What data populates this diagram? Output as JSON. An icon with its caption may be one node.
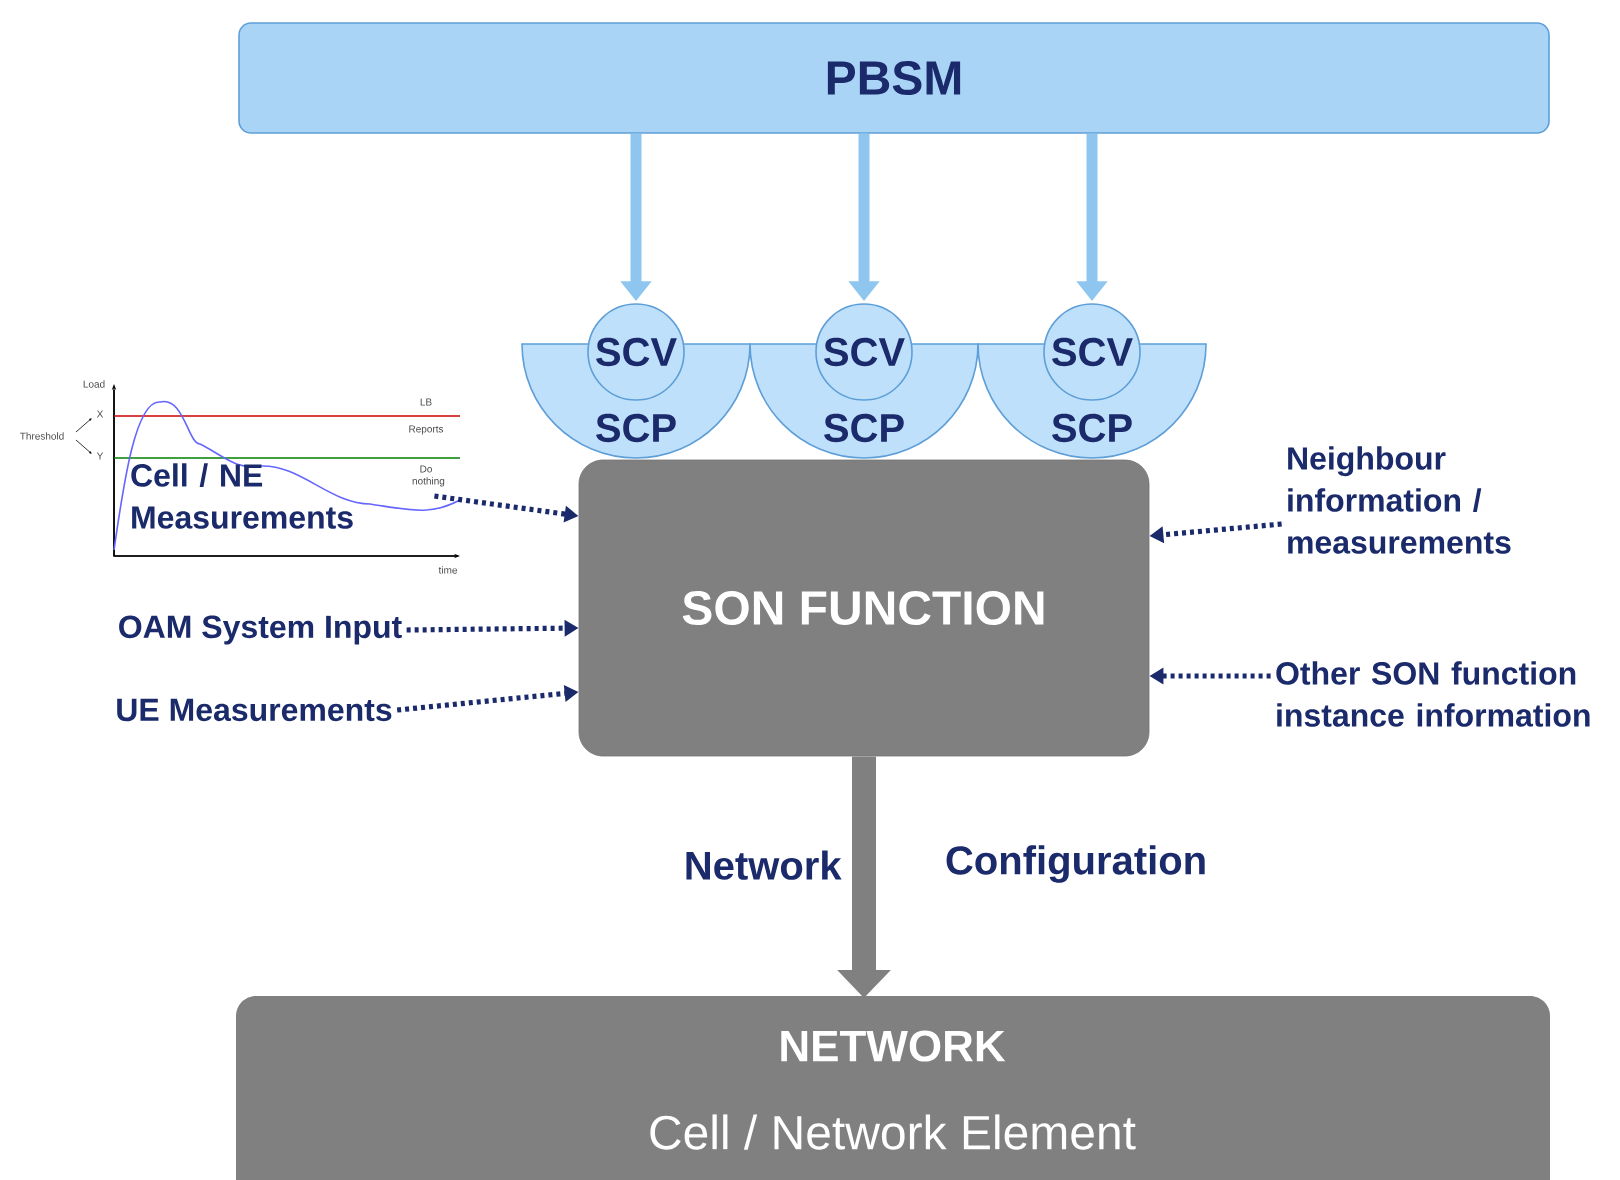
{
  "diagram": {
    "nodes": [
      {
        "text": [
          "PBSM"
        ]
      },
      {
        "text": [
          "SCV"
        ]
      },
      {
        "text": [
          "SCP"
        ]
      },
      {
        "text": [
          "SCV"
        ]
      },
      {
        "text": [
          "SCP"
        ]
      },
      {
        "text": [
          "SCV"
        ]
      },
      {
        "text": [
          "SCP"
        ]
      },
      {
        "text": [
          "SON FUNCTION"
        ]
      },
      {
        "text": [
          "Cell / NE Measurements"
        ]
      },
      {
        "text": [
          "OAM System Input"
        ]
      },
      {
        "text": [
          "UE Measurements"
        ]
      },
      {
        "text": [
          "Neighbour information / measurements"
        ]
      },
      {
        "text": [
          "Other SON function instance information"
        ]
      },
      {
        "text": [
          "NETWORK",
          "Cell / Network Element"
        ]
      }
    ],
    "edges": [
      {
        "from": 0,
        "to": 1,
        "arrow": "to",
        "style": "thick",
        "color": "#8ec6f0"
      },
      {
        "from": 0,
        "to": 3,
        "arrow": "to",
        "style": "thick",
        "color": "#8ec6f0"
      },
      {
        "from": 0,
        "to": 5,
        "arrow": "to",
        "style": "thick",
        "color": "#8ec6f0"
      },
      {
        "from": 8,
        "to": 7,
        "arrow": "to",
        "style": "dashed"
      },
      {
        "from": 9,
        "to": 7,
        "arrow": "to",
        "style": "dashed"
      },
      {
        "from": 10,
        "to": 7,
        "arrow": "to",
        "style": "dashed"
      },
      {
        "from": 11,
        "to": 7,
        "arrow": "to",
        "style": "dashed"
      },
      {
        "from": 12,
        "to": 7,
        "arrow": "to",
        "style": "dashed"
      },
      {
        "from": 7,
        "to": 13,
        "arrow": "to",
        "style": "thick",
        "color": "#808080",
        "label": "Network"
      }
    ],
    "labels": [
      "Load",
      "X",
      "Threshold",
      "Y",
      "LB",
      "Reports",
      "Do nothing",
      "time",
      "Configuration"
    ]
  }
}
